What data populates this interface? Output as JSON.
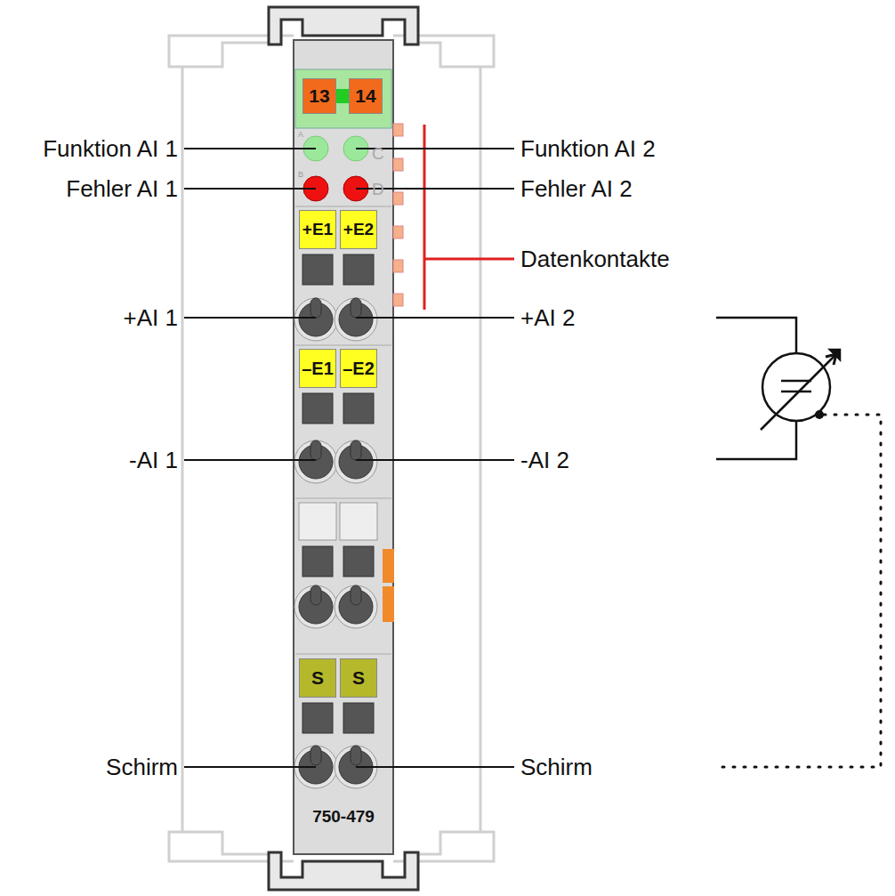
{
  "diagram": {
    "nodes": [
      {
        "text": [
          "750-479"
        ]
      },
      {
        "text": [
          "13"
        ],
        "in": 0
      },
      {
        "text": [
          "14"
        ],
        "in": 0
      },
      {
        "text": [
          "+E1"
        ],
        "in": 0
      },
      {
        "text": [
          "+E2"
        ],
        "in": 0
      },
      {
        "text": [
          "–E1"
        ],
        "in": 0
      },
      {
        "text": [
          "–E2"
        ],
        "in": 0
      },
      {
        "text": [
          "S"
        ],
        "in": 0
      },
      {
        "text": [
          "S"
        ],
        "in": 0
      }
    ],
    "labels": [
      "Funktion AI 1",
      "Fehler AI 1",
      "+AI 1",
      "-AI 1",
      "Schirm",
      "Funktion AI 2",
      "Fehler AI 2",
      "Datenkontakte",
      "+AI 2",
      "-AI 2",
      "Schirm",
      "A",
      "B",
      "C",
      "D"
    ]
  }
}
